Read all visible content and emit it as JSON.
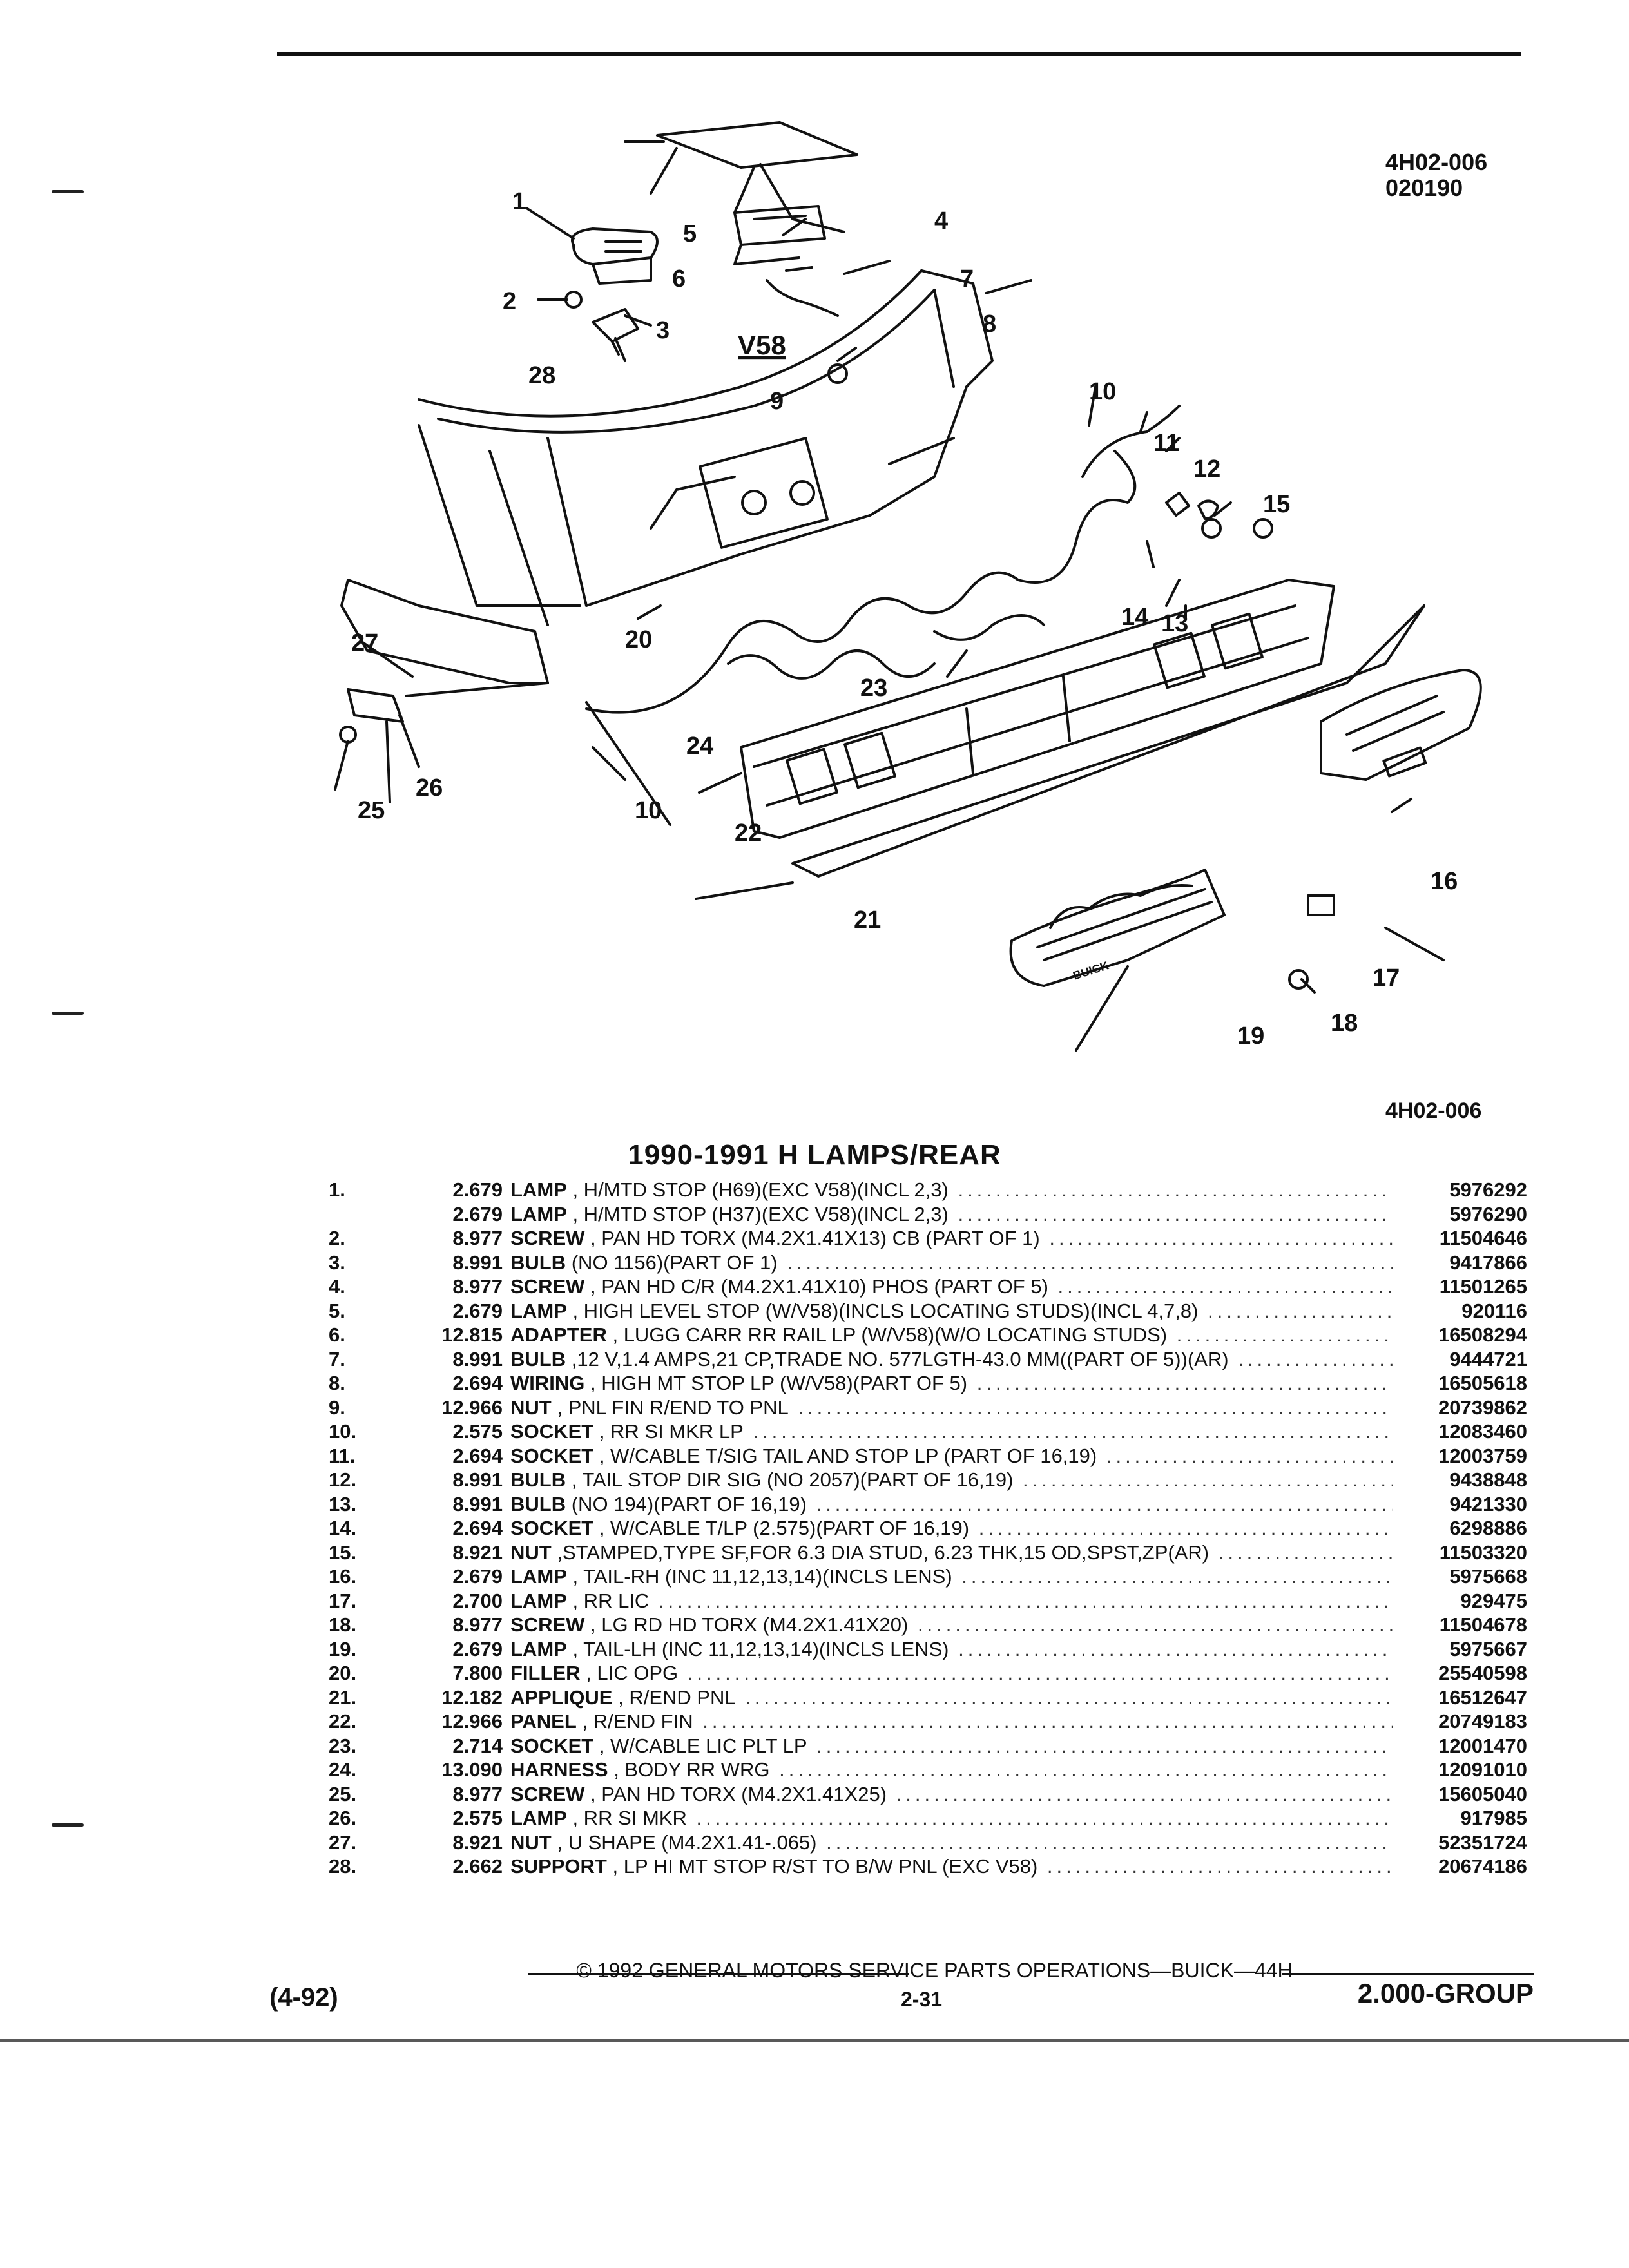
{
  "header": {
    "ref_code_line1": "4H02-006",
    "ref_code_line2": "020190"
  },
  "diagram": {
    "callouts": [
      "1",
      "2",
      "3",
      "4",
      "5",
      "6",
      "7",
      "8",
      "9",
      "10",
      "10",
      "11",
      "12",
      "13",
      "14",
      "15",
      "16",
      "17",
      "18",
      "19",
      "20",
      "21",
      "22",
      "23",
      "24",
      "25",
      "26",
      "27",
      "28"
    ],
    "option_label": "V58",
    "emblem_text": "BUICK",
    "code_below": "4H02-006"
  },
  "section_title": "1990-1991 H LAMPS/REAR",
  "parts": [
    {
      "idx": "1.",
      "group": "2.679",
      "name": "LAMP",
      "desc": ", H/MTD STOP (H69)(EXC V58)(INCL 2,3)",
      "part_no": "5976292"
    },
    {
      "idx": "",
      "group": "2.679",
      "name": "LAMP",
      "desc": ", H/MTD STOP (H37)(EXC V58)(INCL 2,3)",
      "part_no": "5976290"
    },
    {
      "idx": "2.",
      "group": "8.977",
      "name": "SCREW",
      "desc": ", PAN HD TORX (M4.2X1.41X13) CB (PART OF 1)",
      "part_no": "11504646"
    },
    {
      "idx": "3.",
      "group": "8.991",
      "name": "BULB",
      "desc": "(NO 1156)(PART OF 1)",
      "part_no": "9417866"
    },
    {
      "idx": "4.",
      "group": "8.977",
      "name": "SCREW",
      "desc": ", PAN HD C/R (M4.2X1.41X10) PHOS (PART OF 5)",
      "part_no": "11501265"
    },
    {
      "idx": "5.",
      "group": "2.679",
      "name": "LAMP",
      "desc": ", HIGH LEVEL STOP (W/V58)(INCLS LOCATING STUDS)(INCL 4,7,8)",
      "part_no": "920116"
    },
    {
      "idx": "6.",
      "group": "12.815",
      "name": "ADAPTER",
      "desc": ", LUGG CARR RR RAIL LP (W/V58)(W/O LOCATING STUDS)",
      "part_no": "16508294"
    },
    {
      "idx": "7.",
      "group": "8.991",
      "name": "BULB",
      "desc": ",12 V,1.4 AMPS,21 CP,TRADE NO. 577LGTH-43.0 MM((PART OF 5))(AR)",
      "part_no": "9444721"
    },
    {
      "idx": "8.",
      "group": "2.694",
      "name": "WIRING",
      "desc": ", HIGH MT STOP LP (W/V58)(PART OF 5)",
      "part_no": "16505618"
    },
    {
      "idx": "9.",
      "group": "12.966",
      "name": "NUT",
      "desc": ", PNL FIN R/END TO PNL",
      "part_no": "20739862"
    },
    {
      "idx": "10.",
      "group": "2.575",
      "name": "SOCKET",
      "desc": ", RR SI MKR LP",
      "part_no": "12083460"
    },
    {
      "idx": "11.",
      "group": "2.694",
      "name": "SOCKET",
      "desc": ", W/CABLE T/SIG TAIL AND STOP LP (PART OF 16,19)",
      "part_no": "12003759"
    },
    {
      "idx": "12.",
      "group": "8.991",
      "name": "BULB",
      "desc": ", TAIL STOP DIR SIG (NO 2057)(PART OF 16,19)",
      "part_no": "9438848"
    },
    {
      "idx": "13.",
      "group": "8.991",
      "name": "BULB",
      "desc": "(NO 194)(PART OF 16,19)",
      "part_no": "9421330"
    },
    {
      "idx": "14.",
      "group": "2.694",
      "name": "SOCKET",
      "desc": ", W/CABLE T/LP (2.575)(PART OF 16,19)",
      "part_no": "6298886"
    },
    {
      "idx": "15.",
      "group": "8.921",
      "name": "NUT",
      "desc": ",STAMPED,TYPE SF,FOR 6.3 DIA STUD, 6.23 THK,15 OD,SPST,ZP(AR)",
      "part_no": "11503320"
    },
    {
      "idx": "16.",
      "group": "2.679",
      "name": "LAMP",
      "desc": ", TAIL-RH (INC 11,12,13,14)(INCLS LENS)",
      "part_no": "5975668"
    },
    {
      "idx": "17.",
      "group": "2.700",
      "name": "LAMP",
      "desc": ", RR LIC",
      "part_no": "929475"
    },
    {
      "idx": "18.",
      "group": "8.977",
      "name": "SCREW",
      "desc": ", LG RD HD TORX (M4.2X1.41X20)",
      "part_no": "11504678"
    },
    {
      "idx": "19.",
      "group": "2.679",
      "name": "LAMP",
      "desc": ", TAIL-LH (INC 11,12,13,14)(INCLS LENS)",
      "part_no": "5975667"
    },
    {
      "idx": "20.",
      "group": "7.800",
      "name": "FILLER",
      "desc": ", LIC OPG",
      "part_no": "25540598"
    },
    {
      "idx": "21.",
      "group": "12.182",
      "name": "APPLIQUE",
      "desc": ", R/END PNL",
      "part_no": "16512647"
    },
    {
      "idx": "22.",
      "group": "12.966",
      "name": "PANEL",
      "desc": ", R/END FIN",
      "part_no": "20749183"
    },
    {
      "idx": "23.",
      "group": "2.714",
      "name": "SOCKET",
      "desc": ", W/CABLE LIC PLT LP",
      "part_no": "12001470"
    },
    {
      "idx": "24.",
      "group": "13.090",
      "name": "HARNESS",
      "desc": ", BODY RR WRG",
      "part_no": "12091010"
    },
    {
      "idx": "25.",
      "group": "8.977",
      "name": "SCREW",
      "desc": ", PAN HD TORX (M4.2X1.41X25)",
      "part_no": "15605040"
    },
    {
      "idx": "26.",
      "group": "2.575",
      "name": "LAMP",
      "desc": ", RR SI MKR",
      "part_no": "917985"
    },
    {
      "idx": "27.",
      "group": "8.921",
      "name": "NUT",
      "desc": ", U SHAPE (M4.2X1.41-.065)",
      "part_no": "52351724"
    },
    {
      "idx": "28.",
      "group": "2.662",
      "name": "SUPPORT",
      "desc": ", LP HI MT STOP R/ST TO B/W PNL (EXC V58)",
      "part_no": "20674186"
    }
  ],
  "footer": {
    "copyright": "© 1992 GENERAL MOTORS SERVICE PARTS OPERATIONS—BUICK—44H",
    "date_code": "(4-92)",
    "page_number": "2-31",
    "group": "2.000-GROUP"
  }
}
